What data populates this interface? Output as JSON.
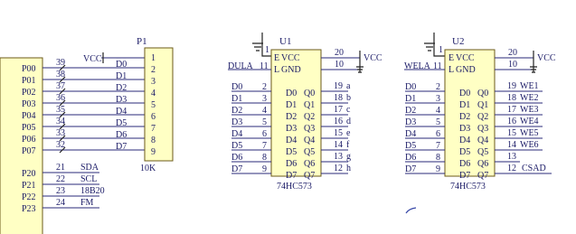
{
  "mcu": {
    "pins": [
      "P00",
      "P01",
      "P02",
      "P03",
      "P04",
      "P05",
      "P06",
      "P07"
    ],
    "pin_numbers": [
      "39",
      "38",
      "37",
      "36",
      "35",
      "34",
      "33",
      "32"
    ],
    "lower_pins": [
      "P20",
      "P21",
      "P22",
      "P23"
    ],
    "lower_numbers": [
      "21",
      "22",
      "23",
      "24"
    ],
    "lower_labels": [
      "SDA",
      "SCL",
      "18B20",
      "FM"
    ]
  },
  "p1": {
    "ref": "P1",
    "vcc": "VCC",
    "data": [
      "D0",
      "D1",
      "D2",
      "D3",
      "D4",
      "D5",
      "D6",
      "D7"
    ],
    "pin_numbers": [
      "1",
      "2",
      "3",
      "4",
      "5",
      "6",
      "7",
      "8",
      "9"
    ],
    "value": "10K"
  },
  "u1": {
    "ref": "U1",
    "latch": "DULA",
    "latch_pin": "11",
    "pin_e": "E",
    "pin_vcc": "VCC",
    "pin_l": "L",
    "pin_gnd": "GND",
    "vcc_pin": "20",
    "gnd_pin": "10",
    "e_pin": "1",
    "vcc": "VCC",
    "inputs": [
      "D0",
      "D1",
      "D2",
      "D3",
      "D4",
      "D5",
      "D6",
      "D7"
    ],
    "input_pins": [
      "2",
      "3",
      "4",
      "5",
      "6",
      "7",
      "8",
      "9"
    ],
    "inner_d": [
      "D0",
      "D1",
      "D2",
      "D3",
      "D4",
      "D5",
      "D6",
      "D7"
    ],
    "inner_q": [
      "Q0",
      "Q1",
      "Q2",
      "Q3",
      "Q4",
      "Q5",
      "Q6",
      "Q7"
    ],
    "output_pins": [
      "19",
      "18",
      "17",
      "16",
      "15",
      "14",
      "13",
      "12"
    ],
    "outputs": [
      "a",
      "b",
      "c",
      "d",
      "e",
      "f",
      "g",
      "h"
    ],
    "part": "74HC573"
  },
  "u2": {
    "ref": "U2",
    "latch": "WELA",
    "latch_pin": "11",
    "pin_e": "E",
    "pin_vcc": "VCC",
    "pin_l": "L",
    "pin_gnd": "GND",
    "vcc_pin": "20",
    "gnd_pin": "10",
    "e_pin": "1",
    "vcc": "VCC",
    "inputs": [
      "D0",
      "D1",
      "D2",
      "D3",
      "D4",
      "D5",
      "D6",
      "D7"
    ],
    "input_pins": [
      "2",
      "3",
      "4",
      "5",
      "6",
      "7",
      "8",
      "9"
    ],
    "inner_d": [
      "D0",
      "D1",
      "D2",
      "D3",
      "D4",
      "D5",
      "D6",
      "D7"
    ],
    "inner_q": [
      "Q0",
      "Q1",
      "Q2",
      "Q3",
      "Q4",
      "Q5",
      "Q6",
      "Q7"
    ],
    "output_pins": [
      "19",
      "18",
      "17",
      "16",
      "15",
      "14",
      "13",
      "12"
    ],
    "outputs": [
      "WE1",
      "WE2",
      "WE3",
      "WE4",
      "WE5",
      "WE6",
      "",
      "CSAD"
    ],
    "part": "74HC573"
  },
  "colors": {
    "wire": "#2a2a7a",
    "text": "#1a1a66",
    "body_fill": "#ffffc4",
    "body_stroke": "#6b5a1a"
  }
}
